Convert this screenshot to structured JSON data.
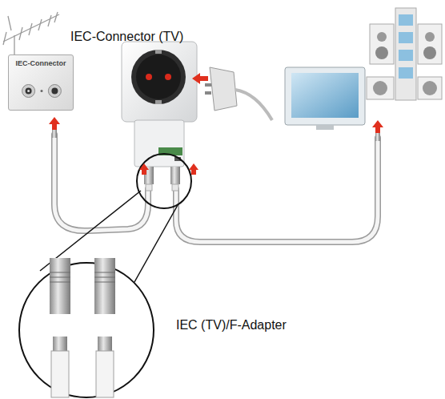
{
  "diagram": {
    "nodes": [
      {
        "text": [
          "IEC-Connector"
        ]
      }
    ],
    "labels": [
      "IEC-Connector (TV)",
      "IEC (TV)/F-Adapter"
    ]
  }
}
